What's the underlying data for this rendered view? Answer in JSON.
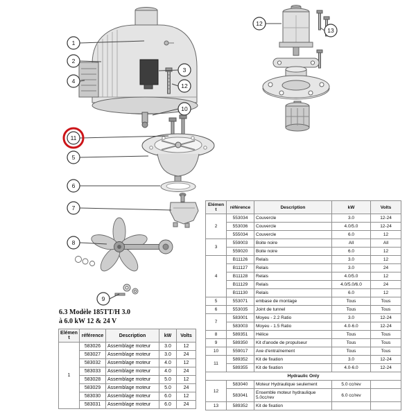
{
  "title": {
    "line1": "6.3 Modèle 185TT/H 3.0",
    "line2": "à 6.0 kW 12 & 24 V"
  },
  "table_headers": {
    "element": "Elément",
    "reference": "référence",
    "description": "Description",
    "kw": "kW",
    "volts": "Volts"
  },
  "motor_table": {
    "groups": [
      {
        "element": "1",
        "rows": [
          {
            "ref": "583026",
            "desc": "Assemblage moteur",
            "kw": "3.0",
            "volts": "12"
          },
          {
            "ref": "583027",
            "desc": "Assemblage moteur",
            "kw": "3.0",
            "volts": "24"
          },
          {
            "ref": "583032",
            "desc": "Assemblage moteur",
            "kw": "4.0",
            "volts": "12"
          },
          {
            "ref": "583033",
            "desc": "Assemblage moteur",
            "kw": "4.0",
            "volts": "24"
          },
          {
            "ref": "583028",
            "desc": "Assemblage moteur",
            "kw": "5.0",
            "volts": "12"
          },
          {
            "ref": "583029",
            "desc": "Assemblage moteur",
            "kw": "5.0",
            "volts": "24"
          },
          {
            "ref": "583030",
            "desc": "Assemblage moteur",
            "kw": "6.0",
            "volts": "12"
          },
          {
            "ref": "583031",
            "desc": "Assemblage moteur",
            "kw": "6.0",
            "volts": "24"
          }
        ]
      }
    ]
  },
  "parts_table": {
    "groups": [
      {
        "element": "2",
        "rows": [
          {
            "ref": "553034",
            "desc": "Couvercle",
            "kw": "3.0",
            "volts": "12-24"
          },
          {
            "ref": "553036",
            "desc": "Couvercle",
            "kw": "4.0/5.0",
            "volts": "12-24"
          },
          {
            "ref": "555034",
            "desc": "Couvercle",
            "kw": "6.0",
            "volts": "12"
          }
        ]
      },
      {
        "element": "3",
        "rows": [
          {
            "ref": "559003",
            "desc": "Boite noire",
            "kw": "All",
            "volts": "All"
          },
          {
            "ref": "559020",
            "desc": "Boite noire",
            "kw": "6.0",
            "volts": "12"
          }
        ]
      },
      {
        "element": "4",
        "rows": [
          {
            "ref": "B11126",
            "desc": "Relais",
            "kw": "3.0",
            "volts": "12"
          },
          {
            "ref": "B11127",
            "desc": "Relais",
            "kw": "3.0",
            "volts": "24"
          },
          {
            "ref": "B11128",
            "desc": "Relais",
            "kw": "4.0/5.0",
            "volts": "12"
          },
          {
            "ref": "B11129",
            "desc": "Relais",
            "kw": "4.0/5.0/6.0",
            "volts": "24"
          },
          {
            "ref": "B11130",
            "desc": "Relais",
            "kw": "6.0",
            "volts": "12"
          }
        ]
      },
      {
        "element": "5",
        "rows": [
          {
            "ref": "553071",
            "desc": "embase de montage",
            "kw": "Tous",
            "volts": "Tous"
          }
        ]
      },
      {
        "element": "6",
        "rows": [
          {
            "ref": "553035",
            "desc": "Joint de tunnel",
            "kw": "Tous",
            "volts": "Tous"
          }
        ]
      },
      {
        "element": "7",
        "rows": [
          {
            "ref": "583001",
            "desc": "Moyeu - 2.2 Ratio",
            "kw": "3.0",
            "volts": "12-24"
          },
          {
            "ref": "583003",
            "desc": "Moyeu - 1.5 Ratio",
            "kw": "4.0-6.0",
            "volts": "12-24"
          }
        ]
      },
      {
        "element": "8",
        "rows": [
          {
            "ref": "589351",
            "desc": "Hélice",
            "kw": "Tous",
            "volts": "Tous"
          }
        ]
      },
      {
        "element": "9",
        "rows": [
          {
            "ref": "589350",
            "desc": "Kit d'anode de propulseur",
            "kw": "Tous",
            "volts": "Tous"
          }
        ]
      },
      {
        "element": "10",
        "rows": [
          {
            "ref": "559017",
            "desc": "Axe d'entraînement",
            "kw": "Tous",
            "volts": "Tous"
          }
        ]
      },
      {
        "element": "11",
        "rows": [
          {
            "ref": "589352",
            "desc": "Kit de fixation",
            "kw": "3.0",
            "volts": "12-24"
          },
          {
            "ref": "589355",
            "desc": "Kit de fixation",
            "kw": "4.0-6.0",
            "volts": "12-24"
          }
        ]
      }
    ],
    "hydraulic_header": "Hydraulic Only",
    "hydraulic_groups": [
      {
        "element": "12",
        "rows": [
          {
            "ref": "583040",
            "desc": "Moteur Hydraulique seulement",
            "kw": "5.0 cc/rev",
            "volts": ""
          },
          {
            "ref": "583041",
            "desc": "Ensemble moteur hydraulique 5.0cc/rev",
            "kw": "6.0 cc/rev",
            "volts": ""
          }
        ]
      },
      {
        "element": "13",
        "rows": [
          {
            "ref": "589352",
            "desc": "Kit de fixation",
            "kw": "",
            "volts": ""
          }
        ]
      }
    ]
  },
  "callouts": {
    "main": [
      "1",
      "2",
      "4",
      "3",
      "12",
      "10",
      "11",
      "5",
      "6",
      "7",
      "8",
      "9"
    ],
    "aux": [
      "12",
      "13"
    ]
  },
  "highlight": {
    "callout": "11",
    "color": "#cc1418"
  }
}
